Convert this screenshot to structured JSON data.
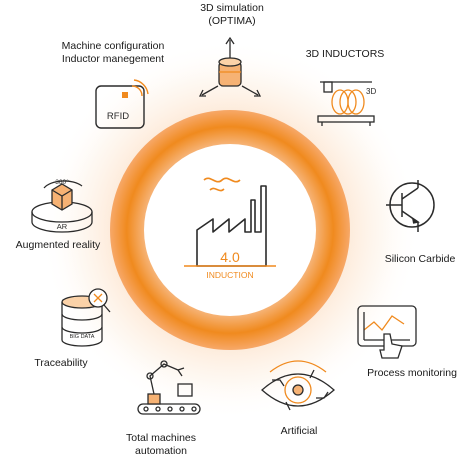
{
  "center": {
    "version": "4.0",
    "caption": "INDUCTION"
  },
  "nodes": [
    {
      "id": "sim",
      "label_lines": [
        "3D simulation",
        "(OPTIMA)"
      ],
      "icon": "cube-axes-icon"
    },
    {
      "id": "inductors",
      "label_lines": [
        "3D INDUCTORS"
      ],
      "icon": "coil-3d-printer-icon",
      "icon_text": "3D"
    },
    {
      "id": "sic",
      "label_lines": [
        "Silicon Carbide"
      ],
      "icon": "transistor-icon"
    },
    {
      "id": "process",
      "label_lines": [
        "Process monitoring"
      ],
      "icon": "tablet-chart-icon"
    },
    {
      "id": "ai",
      "label_lines": [
        "Artificial"
      ],
      "icon": "eye-circuit-icon"
    },
    {
      "id": "auto",
      "label_lines": [
        "Total machines",
        "automation"
      ],
      "icon": "robot-arm-icon"
    },
    {
      "id": "trace",
      "label_lines": [
        "Traceability"
      ],
      "icon": "database-search-icon",
      "icon_text": "BIG DATA"
    },
    {
      "id": "ar",
      "label_lines": [
        "Augmented reality"
      ],
      "icon": "ar-cube-icon",
      "icon_text": [
        "360°",
        "AR"
      ]
    },
    {
      "id": "config",
      "label_lines": [
        "Machine configuration",
        "Inductor manegement"
      ],
      "icon": "rfid-tag-icon",
      "icon_text": "RFID"
    }
  ],
  "colors": {
    "accent": "#f08a1e",
    "ring_outer": "#f7a35a",
    "ring_inner": "#f39b3c",
    "line": "#2b2b2b",
    "text": "#1a1a1a"
  }
}
